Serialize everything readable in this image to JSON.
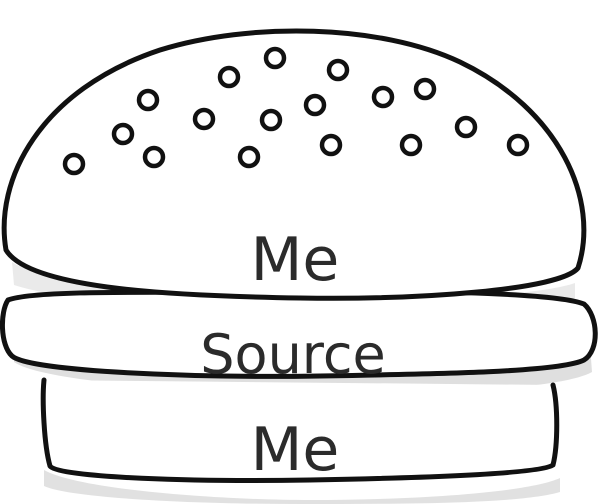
{
  "diagram": {
    "labels": {
      "top_bun": "Me",
      "filling": "Source",
      "bottom_bun": "Me"
    },
    "colors": {
      "line": "#111111",
      "fill": "#ffffff",
      "shadow": "#cfcfcf",
      "text": "#2b2b2b"
    }
  }
}
